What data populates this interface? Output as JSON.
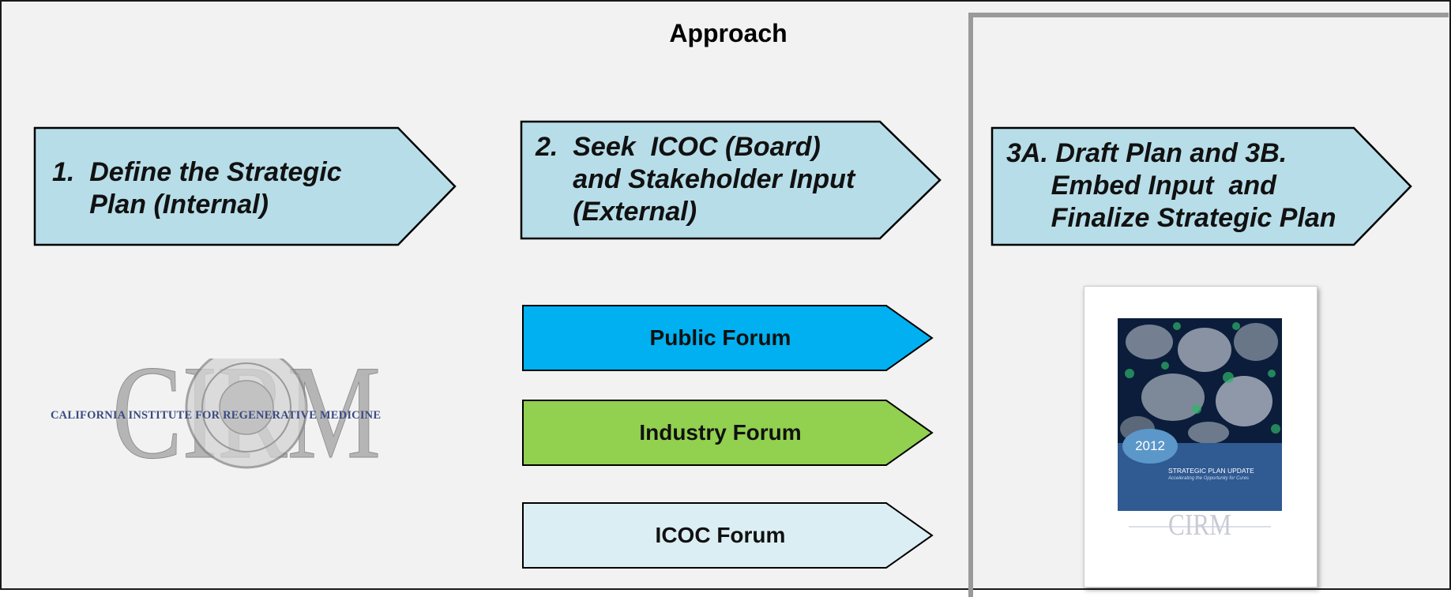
{
  "title": "Approach",
  "steps": [
    {
      "lines": [
        "1.  Define the Strategic",
        "     Plan (Internal)"
      ]
    },
    {
      "lines": [
        "2.  Seek  ICOC (Board)",
        "     and Stakeholder Input",
        "     (External)"
      ]
    },
    {
      "lines": [
        "3A. Draft Plan and 3B.",
        "      Embed Input  and",
        "      Finalize Strategic Plan"
      ]
    }
  ],
  "forums": [
    {
      "label": "Public Forum",
      "color": "#00b0f0"
    },
    {
      "label": "Industry Forum",
      "color": "#92d050"
    },
    {
      "label": "ICOC Forum",
      "color": "#dbeef3"
    }
  ],
  "colors": {
    "step_fill": "#b7dde8",
    "stroke": "#000000",
    "panel_border": "#9a9a9a"
  },
  "logo": {
    "caption": "CALIFORNIA INSTITUTE FOR REGENERATIVE MEDICINE",
    "icon": "cirm-seal-logo-icon"
  },
  "document": {
    "year": "2012",
    "title": "STRATEGIC PLAN UPDATE",
    "subtitle": "Accelerating the Opportunity for Cures"
  }
}
